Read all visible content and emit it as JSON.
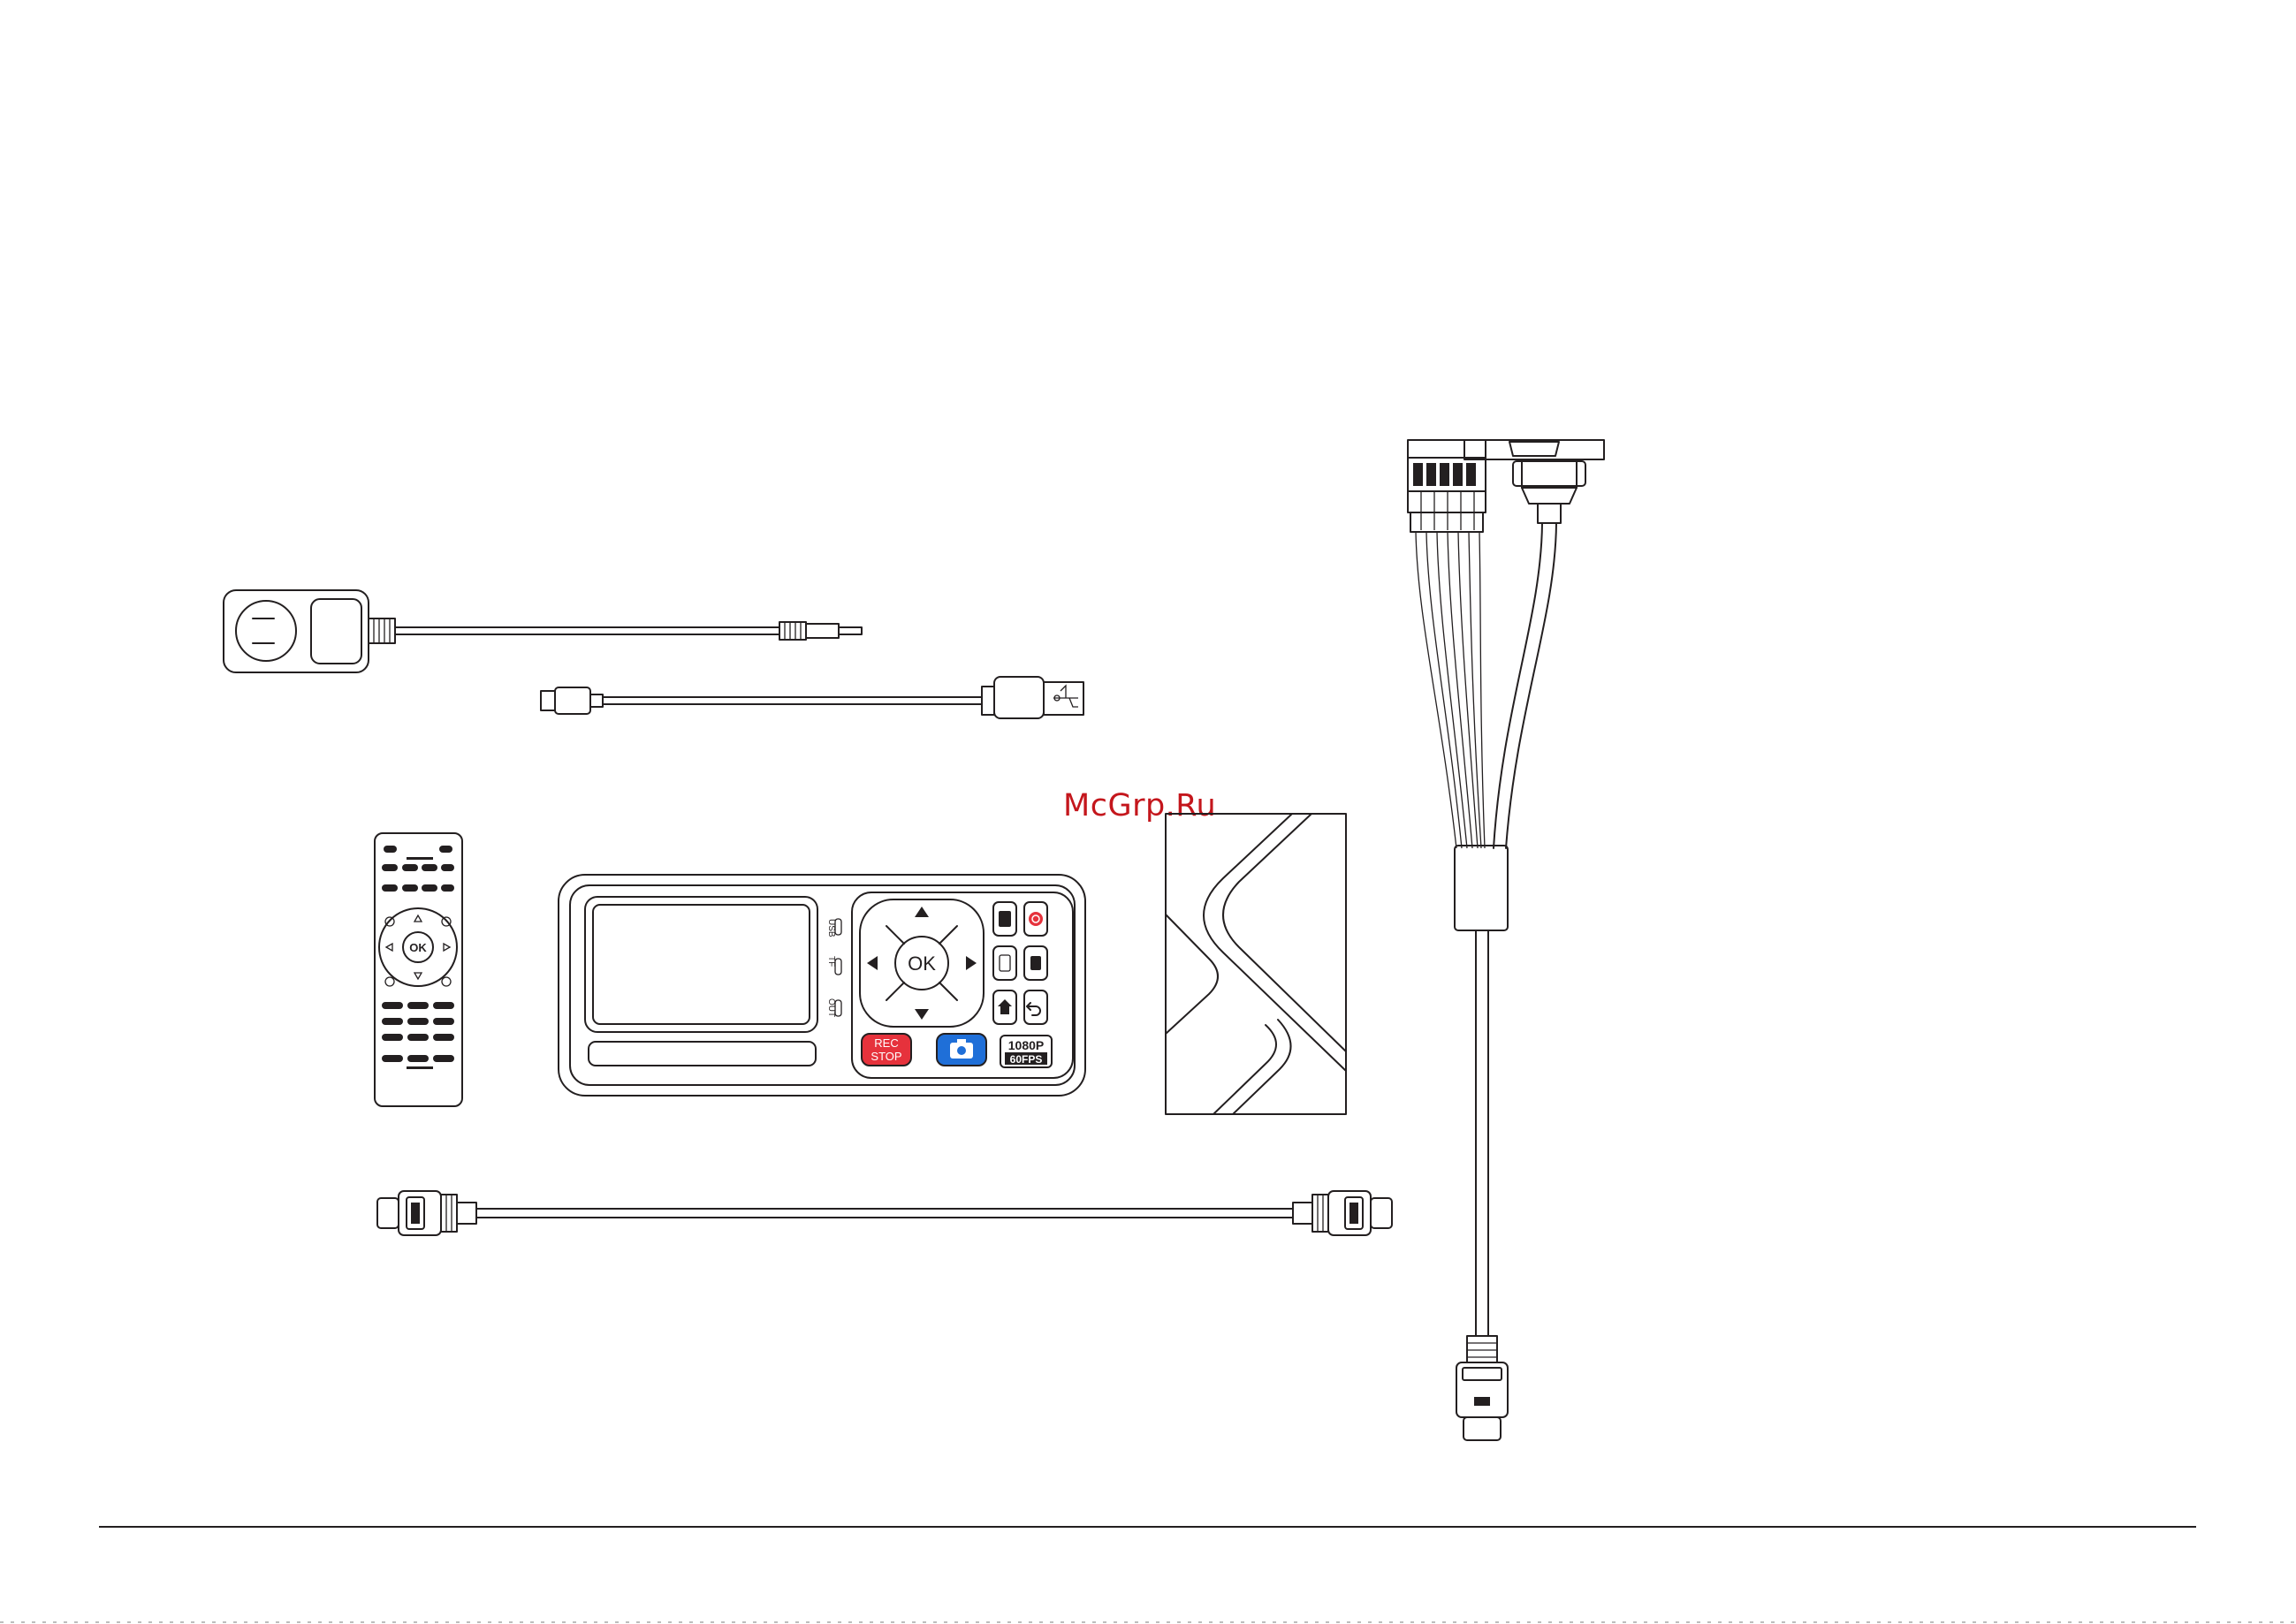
{
  "watermark": "McGrp.Ru",
  "recorder": {
    "ok_label": "OK",
    "rec_line1": "REC",
    "rec_line2": "STOP",
    "badge_line1": "1080P",
    "badge_line2": "60FPS",
    "port_usb": "USB",
    "port_tf": "TF",
    "port_out": "OUT"
  },
  "remote": {
    "ok_label": "OK"
  },
  "colors": {
    "line": "#231f20",
    "rec_button": "#e6323c",
    "snapshot_button": "#1f6fd8",
    "power_icon": "#e6323c",
    "watermark": "#c4161c"
  },
  "icons": [
    "power-adapter",
    "usb-cable",
    "remote-control",
    "video-recorder",
    "manual-booklet",
    "hdmi-cable",
    "breakout-cable"
  ]
}
